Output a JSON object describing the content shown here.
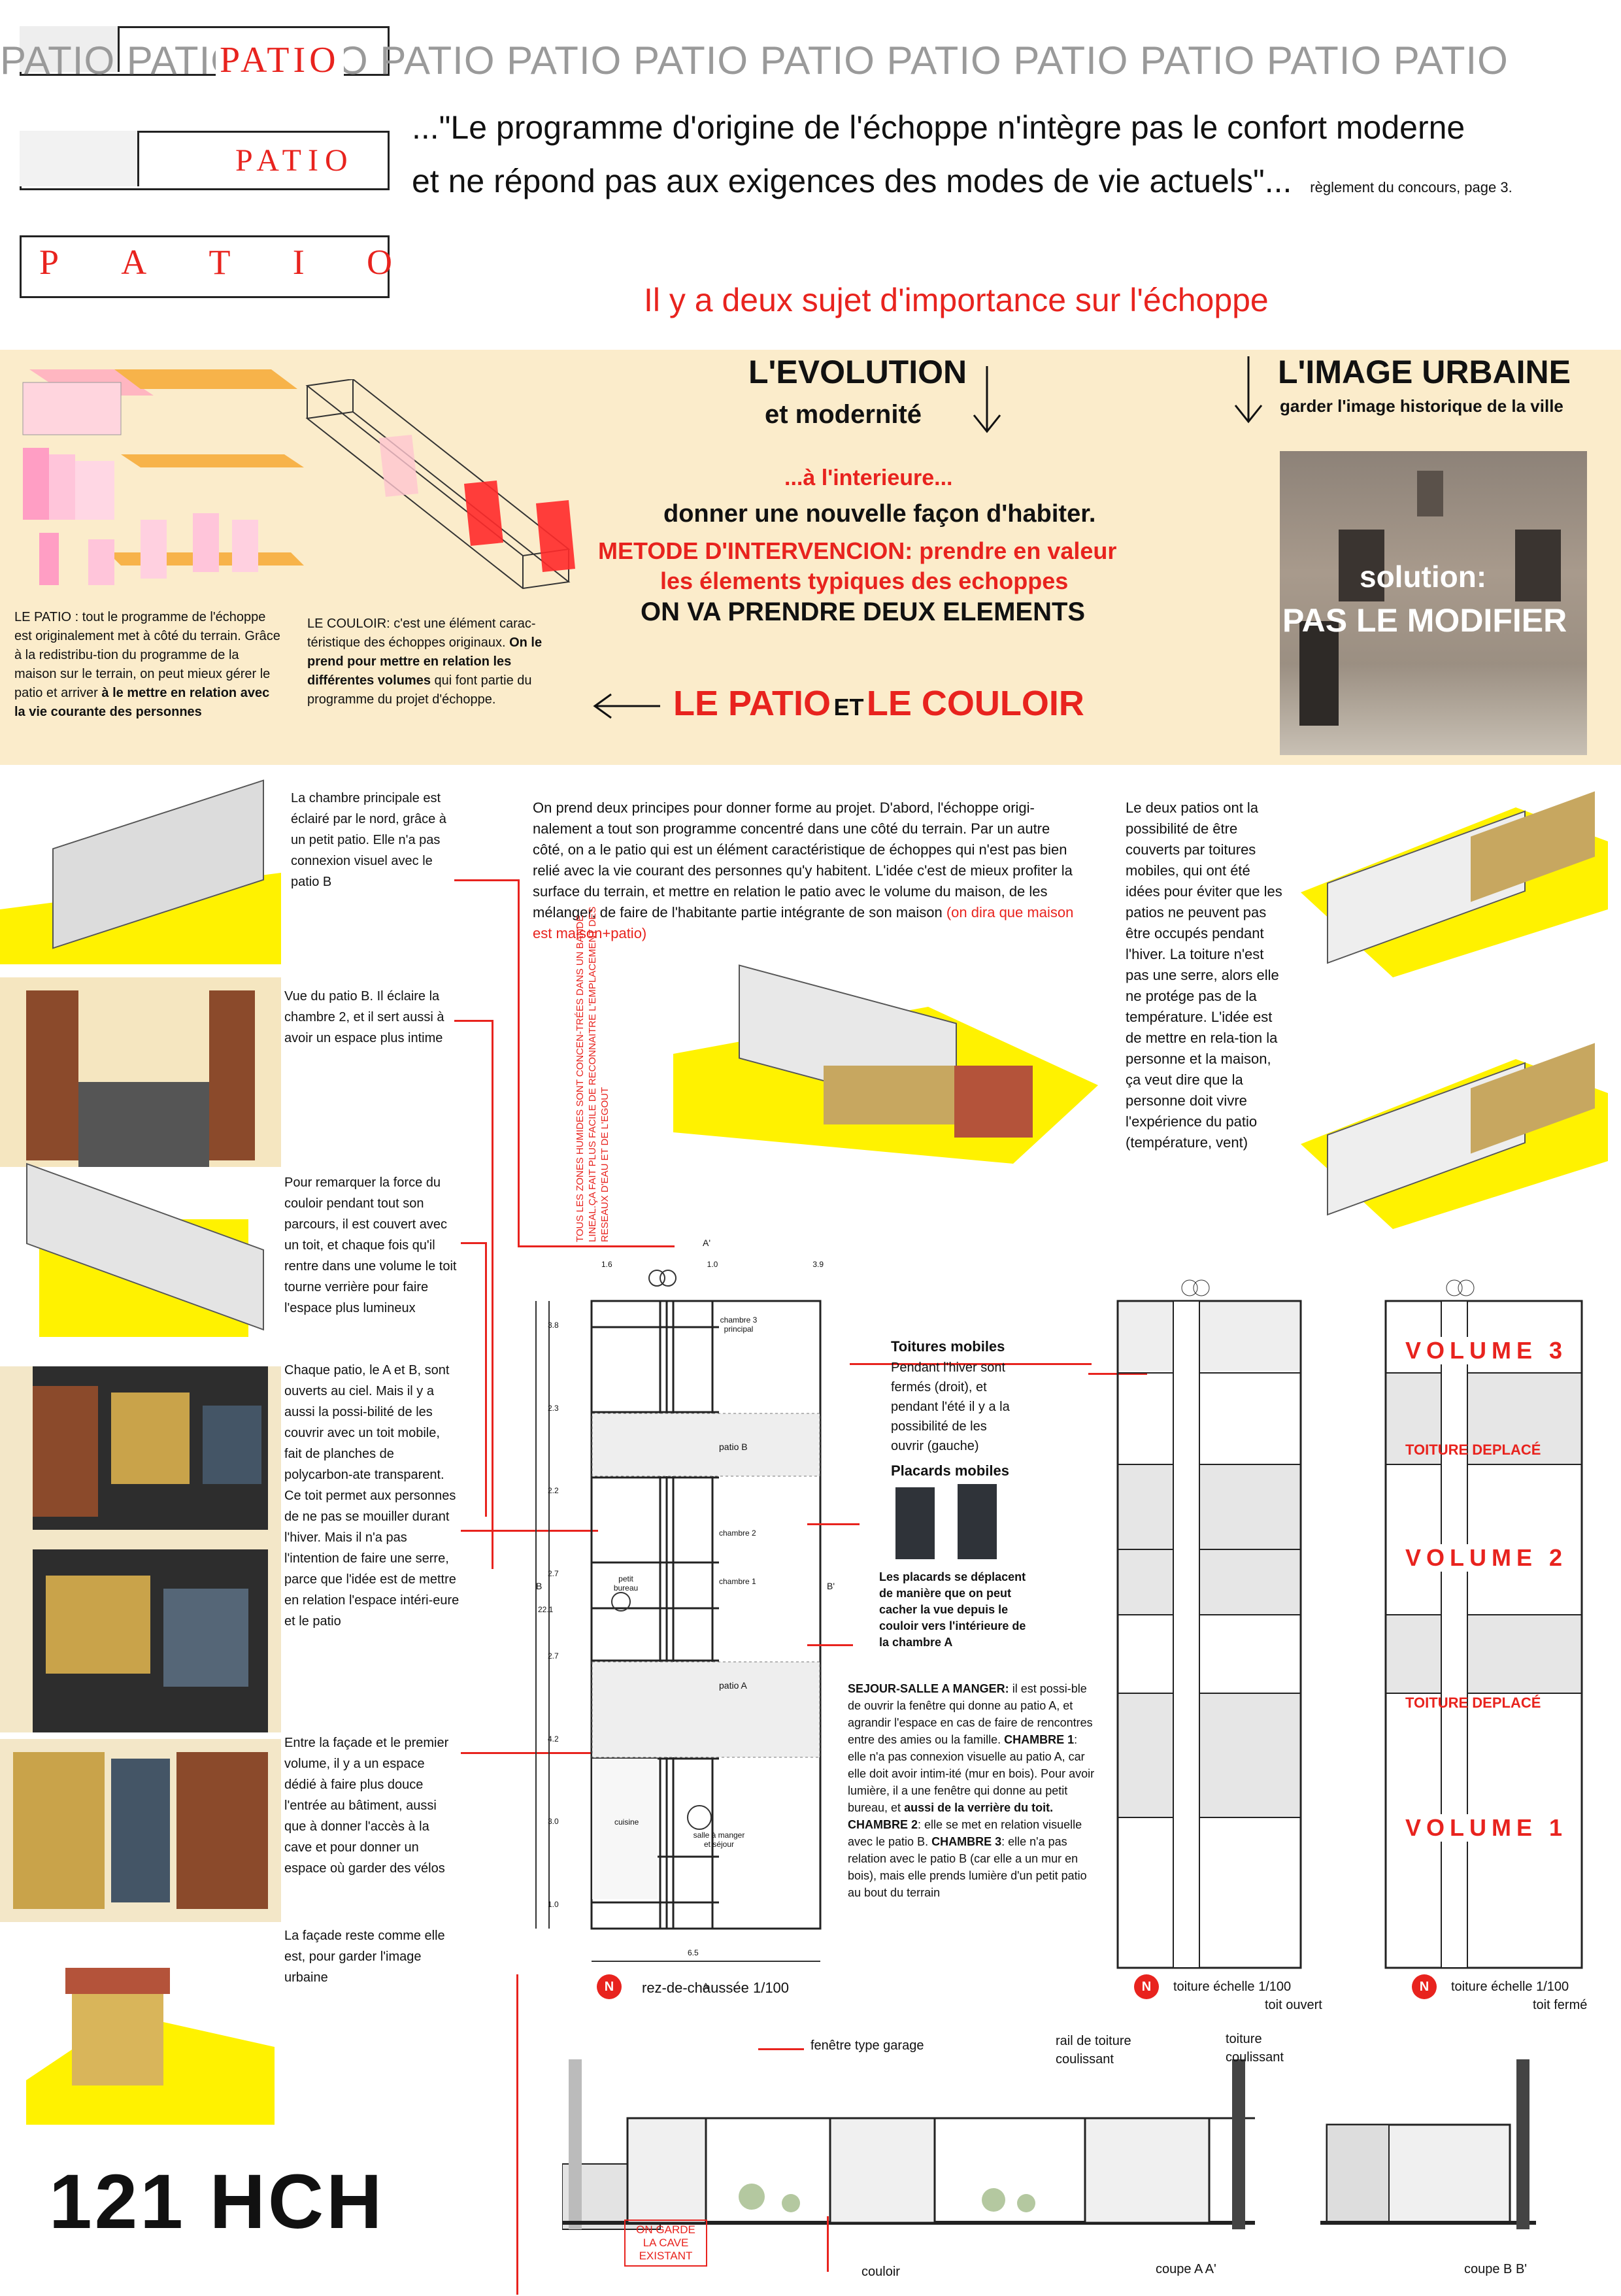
{
  "header": {
    "patio_strip": "PATIO PATIO PATIO PATIO PATIO PATIO PATIO PATIO PATIO PATIO PATIO PATIO",
    "patio_word": "PATIO",
    "patio_spaced": "PATIO",
    "patio_letters": [
      "P",
      "A",
      "T",
      "I",
      "O"
    ],
    "quote_line1": "...\"Le programme d'origine de l'échoppe n'intègre pas le confort moderne",
    "quote_line2": "et ne répond pas aux exigences des modes de vie actuels\"...",
    "quote_source": "règlement du concours, page 3.",
    "subject_line": "Il y a deux sujet d'importance sur l'échoppe"
  },
  "band": {
    "evolution_title": "L'EVOLUTION",
    "evolution_sub": "et modernité",
    "image_title": "L'IMAGE URBAINE",
    "image_sub": "garder l'image historique de la ville",
    "interior_line": "...à l'interieure...",
    "new_way": "donner une nouvelle façon d'habiter.",
    "method_line1": "METODE D'INTERVENCION: prendre en valeur",
    "method_line2": "les élements typiques des echoppes",
    "two_elements": "ON VA PRENDRE DEUX ELEMENTS",
    "patio_couloir_a": "LE PATIO",
    "patio_couloir_et": "ET",
    "patio_couloir_b": "LE COULOIR",
    "patio_caption_1": "LE PATIO : tout le programme de l'échoppe est originalement met à côté du terrain. Grâce à la redistribu-tion du programme de la maison sur le terrain, on peut mieux gérer le patio et arriver",
    "patio_caption_bold": "à le mettre en relation avec la vie courante des personnes",
    "couloir_caption_1": "LE COULOIR: c'est une élément carac-téristique des échoppes originaux.",
    "couloir_caption_bold": "On le prend pour mettre en relation les différentes volumes",
    "couloir_caption_2": "qui font partie du programme du projet d'échoppe.",
    "solution_label": "solution:",
    "solution_value": "PAS LE MODIFIER"
  },
  "left_captions": [
    "La chambre principale est éclairé par le nord, grâce à un petit patio. Elle n'a pas connexion visuel avec le patio B",
    "Vue du patio B. Il éclaire la chambre 2, et il sert aussi à avoir un espace plus intime",
    "Pour remarquer la force du couloir pendant tout son parcours, il est couvert avec un toit, et chaque fois qu'il rentre dans une volume le toit tourne verrière pour faire l'espace plus lumineux",
    "Chaque patio, le A et B, sont ouverts au ciel. Mais il y a aussi la possi-bilité de les couvrir avec un toit mobile, fait de planches de polycarbon-ate transparent. Ce toit permet aux personnes de ne pas se mouiller durant l'hiver. Mais il n'a pas l'intention de faire une serre, parce que l'idée est de mettre en relation l'espace intéri-eure et le patio",
    "Entre la façade et le premier volume, il y a un espace dédié à faire plus douce l'entrée au bâtiment, aussi que à donner l'accès à la cave et pour donner un espace où garder des vélos",
    "La façade reste comme elle est, pour garder l'image urbaine"
  ],
  "center_text": "On prend deux principes pour donner forme au projet. D'abord, l'échoppe origi-nalement a tout son programme concentré dans une côté du terrain. Par un autre côté, on a le patio qui est un élément caractéristique de échoppes qui n'est pas bien relié avec la vie courant des personnes qu'y habitent. L'idée c'est de mieux profiter la surface du terrain, et mettre en relation le patio avec le volume du maison, de les mélanger, de faire de l'habitante partie intégrante de son maison",
  "center_text_red": "(on dira que maison est maison+patio)",
  "right_text": "Le deux patios ont la possibilité de être couverts par toitures mobiles, qui ont été idées pour éviter que les patios ne peuvent pas être occupés pendant l'hiver. La toiture n'est pas une serre, alors elle ne protége pas de la température. L'idée est de mettre en rela-tion la personne et la maison, ça veut dire que la personne doit vivre l'expérience du patio (température, vent)",
  "vertical_note": "TOUS LES ZONES HUMIDES SONT CONCEN-TRÉES DANS UN BANDE LINEAL.ÇA FAIT PLUS FACILE DE RECONNAITRE L'EMPLACEMENT DES RESEAUX D'EAU ET DE L'EGOUT",
  "plan": {
    "rooms": [
      "chambre 3 principal",
      "patio B",
      "chambre 2",
      "chambre 1",
      "petit bureau",
      "patio A",
      "cuisine",
      "salle à manger et séjour"
    ],
    "dims_top": [
      "1.6",
      "1.0",
      "3.9"
    ],
    "dim_bottom": "6.5",
    "section_marks": [
      "A'",
      "A",
      "B",
      "B'"
    ],
    "dims_side": [
      "3.8",
      "2.3",
      "2.2",
      "2.7",
      "2.7",
      "4.2",
      "3.0",
      "1.0"
    ],
    "dim_total": "22.1",
    "caption_ground": "rez-de-chaussée 1/100",
    "caption_roof_open_1": "toiture échelle 1/100",
    "caption_roof_open_2": "toit ouvert",
    "caption_roof_closed_1": "toiture échelle 1/100",
    "caption_roof_closed_2": "toit fermé",
    "north": "N"
  },
  "roof_notes": {
    "mobiles_title": "Toitures mobiles",
    "mobiles_text": "Pendant l'hiver sont fermés (droit), et pendant l'été il y a la possibilité de les ouvrir (gauche)",
    "placards_title": "Placards mobiles",
    "placards_text": "Les placards se déplacent de manière que on peut cacher la vue depuis le couloir vers l'intérieure de la chambre A",
    "sejour_title": "SEJOUR-SALLE A MANGER:",
    "sejour_text": "il est possi-ble de ouvrir la fenêtre qui donne au patio A, et agrandir l'espace en cas de faire de rencontres entre des amies ou la famille.",
    "ch1_title": "CHAMBRE 1",
    "ch1_text": ": elle n'a pas connexion visuelle au patio A, car elle doit avoir intim-ité (mur en bois). Pour avoir lumière, il a une fenêtre qui donne au petit bureau, et",
    "ch1_bold": "aussi de la verrière du toit.",
    "ch2_title": "CHAMBRE 2",
    "ch2_text": ": elle se met en relation visuelle avec le patio B.",
    "ch3_title": "CHAMBRE 3",
    "ch3_text": ": elle n'a pas relation avec le patio B (car elle a un mur en bois), mais elle prends lumière d'un petit patio au bout du terrain"
  },
  "volumes": {
    "v3": "VOLUME 3",
    "v2": "VOLUME 2",
    "v1": "VOLUME 1",
    "toiture1": "TOITURE DEPLACÉ",
    "toiture2": "TOITURE DEPLACÉ"
  },
  "section": {
    "fenetre": "fenêtre type garage",
    "rail": "rail de toiture coulissant",
    "toiture": "toiture coulissant",
    "cave": "ON GARDE LA CAVE EXISTANT",
    "couloir": "couloir",
    "coupe_a": "coupe A A'",
    "coupe_b": "coupe B B'"
  },
  "id_code": "121 HCH",
  "colors": {
    "accent": "#e8231e",
    "yellow": "#fff200",
    "band": "#fbeccb"
  }
}
